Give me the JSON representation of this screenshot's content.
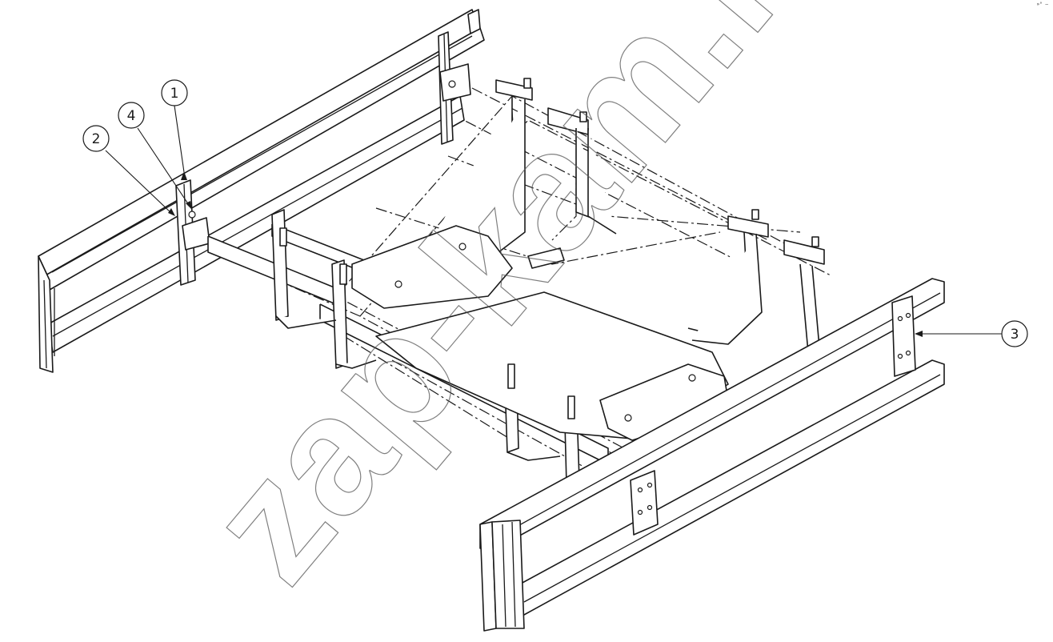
{
  "callouts": [
    {
      "label": "1"
    },
    {
      "label": "2"
    },
    {
      "label": "3"
    },
    {
      "label": "4"
    }
  ],
  "watermark": {
    "text": "zap-kam.ru"
  },
  "corner_mark": "»° —"
}
